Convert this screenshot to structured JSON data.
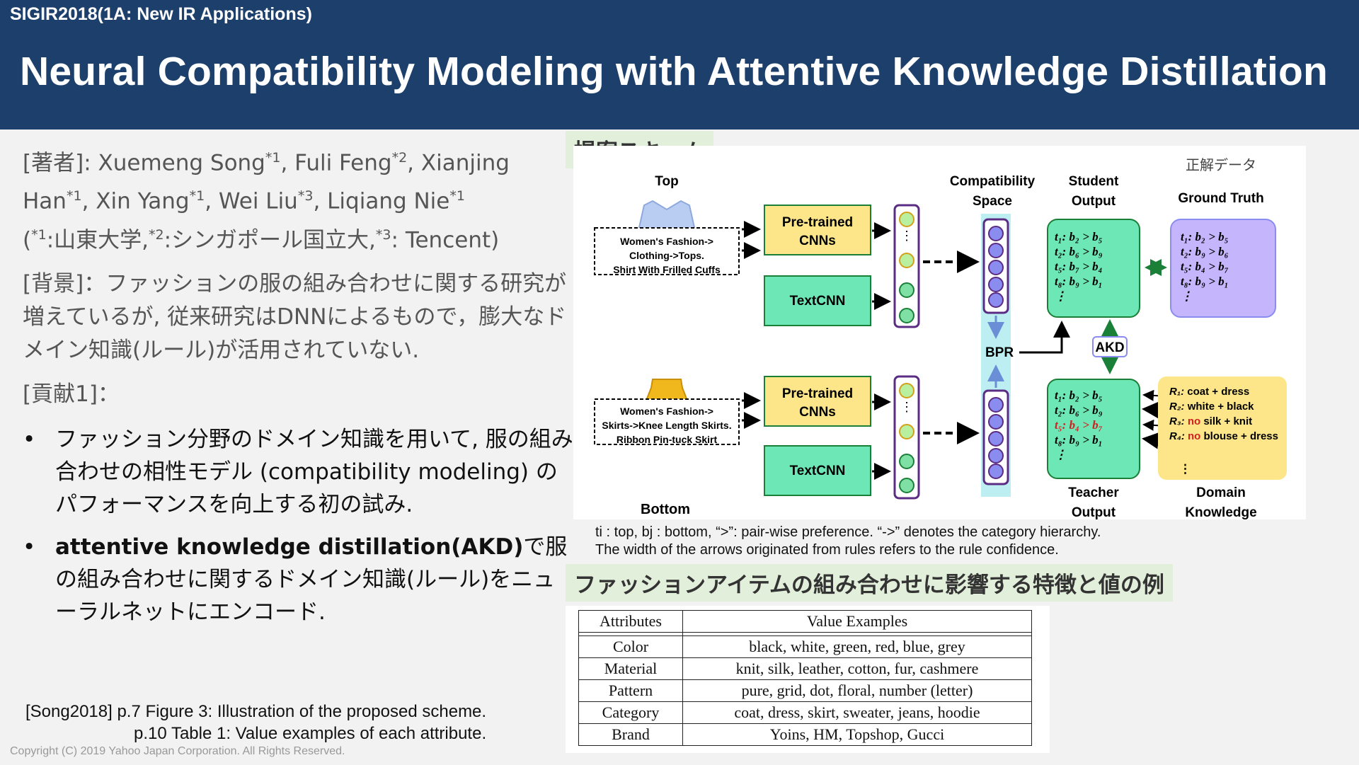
{
  "header": {
    "session": "SIGIR2018(1A: New IR Applications)",
    "title": "Neural Compatibility Modeling with Attentive Knowledge Distillation"
  },
  "left": {
    "authors_line1": "[著者]: Xuemeng Song*1, Fuli Feng*2, Xianjing",
    "authors_line2": "Han*1, Xin Yang*1, Wei Liu*3, Liqiang Nie*1",
    "authors_line3": "(*1:山東大学,*2:シンガポール国立大,*3: Tencent)",
    "background": "[背景]：ファッションの服の組み合わせに関する研究が増えているが, 従来研究はDNNによるもので，膨大なドメイン知識(ルール)が活用されていない.",
    "contrib_label": "[貢献1]：",
    "bullet1": "ファッション分野のドメイン知識を用いて, 服の組み合わせの相性モデル (compatibility modeling) のパフォーマンスを向上する初の試み.",
    "bullet2_bold": "attentive knowledge distillation(AKD)",
    "bullet2_rest": "で服の組み合わせに関するドメイン知識(ルール)をニューラルネットにエンコード.",
    "bullet_symbol": "•",
    "ref1": "[Song2018] p.7 Figure 3: Illustration of the proposed scheme.",
    "ref2": "p.10 Table 1: Value examples of each attribute.",
    "copyright": "Copyright (C) 2019 Yahoo Japan Corporation. All Rights Reserved."
  },
  "figure": {
    "section_label": "提案スキーム",
    "top": "Top",
    "bottom": "Bottom",
    "top_text": [
      "Women's Fashion->",
      "Clothing->Tops.",
      "Shirt With Frilled Cuffs"
    ],
    "bottom_text": [
      "Women's Fashion->",
      "Skirts->Knee Length Skirts.",
      "Ribbon Pin-tuck Skirt"
    ],
    "pretrained": [
      "Pre-trained",
      "CNNs"
    ],
    "textcnn": "TextCNN",
    "compat": [
      "Compatibility",
      "Space"
    ],
    "bpr": "BPR",
    "student": [
      "Student",
      "Output"
    ],
    "teacher": [
      "Teacher",
      "Output"
    ],
    "gt_jp": "正解データ",
    "gt": "Ground Truth",
    "akd": "AKD",
    "domain": [
      "Domain",
      "Knowledge"
    ],
    "student_rows": [
      "t₁: b₂ > b₅",
      "t₂: b₆ > b₉",
      "t₅: b₇ > b₄",
      "t₈: b₉ > b₁",
      "⋮"
    ],
    "gt_rows": [
      "t₁: b₂ > b₅",
      "t₂: b₉ > b₆",
      "t₅: b₄ > b₇",
      "t₈: b₉ > b₁",
      "⋮"
    ],
    "teacher_rows": [
      "t₁: b₂ > b₅",
      "t₂: b₆ > b₉",
      "t₅: b₄ > b₇",
      "t₈: b₉ > b₁",
      "⋮"
    ],
    "rules": [
      {
        "id": "R₁:",
        "neg": "",
        "text": " coat + dress"
      },
      {
        "id": "R₂:",
        "neg": "",
        "text": " white + black"
      },
      {
        "id": "R₃:",
        "neg": " no",
        "text": " silk + knit"
      },
      {
        "id": "R₄:",
        "neg": " no",
        "text": " blouse + dress"
      }
    ],
    "rules_more": "⋮",
    "caption_line1": "ti : top, bj : bottom, “>”: pair-wise preference. “->” denotes the category hierarchy.",
    "caption_line2": "The width of the arrows originated from rules refers to the rule confidence.",
    "colors": {
      "yellow": "#fde68a",
      "green": "#6ee7b7",
      "purple": "#c4b5fd",
      "navy": "#1c3f6b"
    }
  },
  "table": {
    "section_label": "ファッションアイテムの組み合わせに影響する特徴と値の例",
    "headers": [
      "Attributes",
      "Value Examples"
    ],
    "rows": [
      [
        "Color",
        "black, white, green, red, blue, grey"
      ],
      [
        "Material",
        "knit, silk, leather, cotton, fur, cashmere"
      ],
      [
        "Pattern",
        "pure, grid, dot, floral, number (letter)"
      ],
      [
        "Category",
        "coat, dress, skirt, sweater, jeans, hoodie"
      ],
      [
        "Brand",
        "Yoins, HM, Topshop, Gucci"
      ]
    ]
  }
}
